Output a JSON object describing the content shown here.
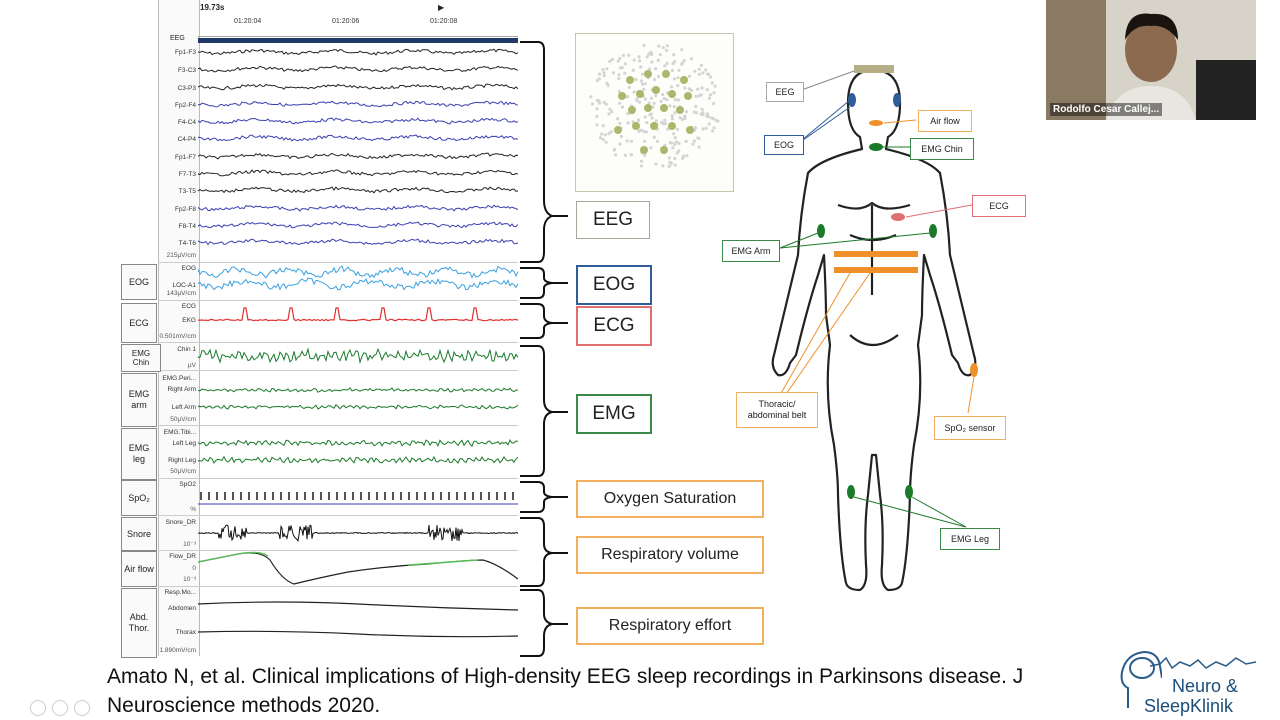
{
  "psg": {
    "start_time": "19.73s",
    "ticks": [
      "01:20:04",
      "01:20:06",
      "01:20:08"
    ],
    "eeg_header": "EEG",
    "eeg_channels": [
      "Fp1-F3",
      "F3-C3",
      "C3-P3",
      "Fp2-F4",
      "F4-C4",
      "C4-P4",
      "Fp1-F7",
      "F7-T3",
      "T3-T5",
      "Fp2-F8",
      "F8-T4",
      "T4-T6"
    ],
    "eeg_scale": "215µV/cm",
    "eog_channels": [
      "EOG",
      "LOC-A1"
    ],
    "eog_scale": "143µV/cm",
    "ecg_channels": [
      "ECG",
      "EKG"
    ],
    "ecg_scale": "0.501mV/cm",
    "chin_channels": [
      "Chin 1"
    ],
    "chin_scale": "µV",
    "arm_channels": [
      "EMG.Peri...",
      "Right Arm",
      "Left Arm"
    ],
    "arm_scale": "50µV/cm",
    "leg_channels": [
      "EMG.Tibi...",
      "Left Leg",
      "Right Leg"
    ],
    "leg_scale": "50µV/cm",
    "spo2_channel": "SpO2",
    "spo2_scale": "%",
    "snore_channel": "Snore_DR",
    "snore_scale": "10⁻³",
    "flow_channel": "Flow_DR",
    "flow_zero": "0",
    "flow_scale": "10⁻³",
    "resp_channels": [
      "Resp.Mo...",
      "Abdomen",
      "Thorax"
    ],
    "resp_scale": "1.890mV/cm",
    "groups": {
      "eog": "EOG",
      "ecg": "ECG",
      "chin": "EMG Chin",
      "arm": "EMG arm",
      "leg": "EMG leg",
      "spo2": "SpO₂",
      "snore": "Snore",
      "air": "Air flow",
      "abd": "Abd. Thor."
    }
  },
  "labels": {
    "eeg": "EEG",
    "eog": "EOG",
    "ecg": "ECG",
    "emg": "EMG",
    "oxygen": "Oxygen Saturation",
    "resp_volume": "Respiratory volume",
    "resp_effort": "Respiratory effort"
  },
  "body": {
    "eeg": "EEG",
    "eog": "EOG",
    "air_flow": "Air flow",
    "emg_chin": "EMG Chin",
    "ecg": "ECG",
    "emg_arm": "EMG Arm",
    "belt": "Thoracic/ abdominal belt",
    "spo2": "SpO₂ sensor",
    "emg_leg": "EMG Leg"
  },
  "caption": "Amato N, et al. Clinical implications of High-density EEG sleep recordings in Parkinsons disease. J Neuroscience methods 2020.",
  "video": {
    "name": "Rodolfo Cesar Callej..."
  },
  "logo": {
    "line1": "Neuro &",
    "line2": "SleepKlinik"
  },
  "colors": {
    "eeg_black": "#222222",
    "eeg_blue": "#3a3fb0",
    "eog": "#3aa0e0",
    "ecg": "#e03030",
    "emg": "#1a7a2a",
    "orange": "#f0902a",
    "box_eeg": "#aaa69a",
    "box_eog": "#2f5d9a",
    "box_ecg": "#e07070",
    "box_emg": "#3a8a4a",
    "box_orange": "#f0b060"
  }
}
